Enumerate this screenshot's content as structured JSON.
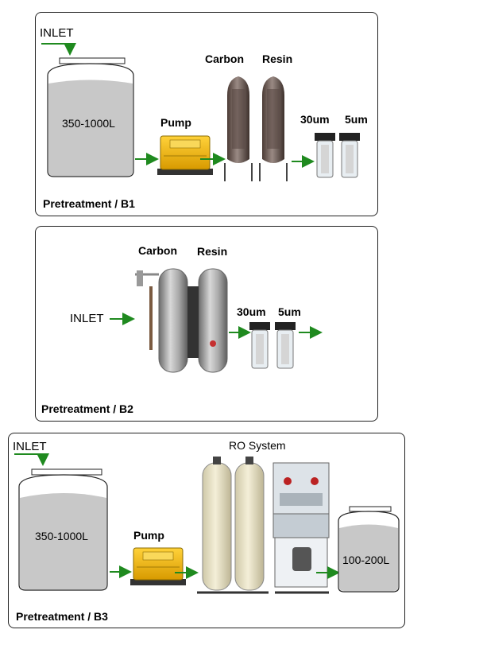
{
  "colors": {
    "arrow": "#1f8a1f",
    "tank": "#c8c8c8",
    "pump": "#f2b705",
    "steel": "#9a9a9a"
  },
  "panel_b1": {
    "inlet": "INLET",
    "tank_volume": "350-1000L",
    "pump": "Pump",
    "carbon": "Carbon",
    "resin": "Resin",
    "filter_30": "30um",
    "filter_5": "5um",
    "caption": "Pretreatment / B1"
  },
  "panel_b2": {
    "inlet": "INLET",
    "carbon": "Carbon",
    "resin": "Resin",
    "filter_30": "30um",
    "filter_5": "5um",
    "caption": "Pretreatment / B2"
  },
  "panel_b3": {
    "inlet": "INLET",
    "tank_volume": "350-1000L",
    "pump": "Pump",
    "ro_system": "RO System",
    "product_tank": "100-200L",
    "caption": "Pretreatment / B3"
  }
}
